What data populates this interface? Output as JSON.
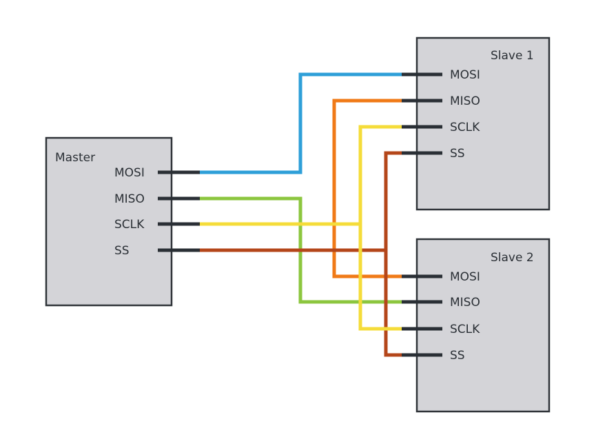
{
  "master": {
    "title": "Master",
    "pins": {
      "mosi": "MOSI",
      "miso": "MISO",
      "sclk": "SCLK",
      "ss": "SS"
    }
  },
  "slave1": {
    "title": "Slave 1",
    "pins": {
      "mosi": "MOSI",
      "miso": "MISO",
      "sclk": "SCLK",
      "ss": "SS"
    }
  },
  "slave2": {
    "title": "Slave 2",
    "pins": {
      "mosi": "MOSI",
      "miso": "MISO",
      "sclk": "SCLK",
      "ss": "SS"
    }
  },
  "colors": {
    "box_fill": "#d4d4d8",
    "box_border": "#2f3338",
    "pin": "#2a2f35",
    "mosi_wire": "#2e9fd8",
    "miso_wire_slave1": "#f07a17",
    "miso_wire_slave2": "#8cc63f",
    "sclk_wire": "#f5dc3a",
    "ss_wire": "#b4461a"
  }
}
